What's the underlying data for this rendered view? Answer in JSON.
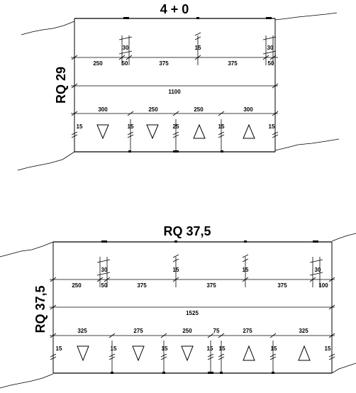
{
  "diagrams": [
    {
      "title": "4 + 0",
      "side_label": "RQ 29",
      "mark_labels": [
        "30",
        "15",
        "30"
      ],
      "row1": [
        "250",
        "50",
        "375",
        "375",
        "50"
      ],
      "total": "1100",
      "row2": [
        "300",
        "250",
        "250",
        "300"
      ],
      "lane_widths": [
        "15",
        "15",
        "25",
        "15",
        "15"
      ],
      "lane_arrows": [
        "down",
        "down",
        "up",
        "up"
      ]
    },
    {
      "title": "RQ 37,5",
      "side_label": "RQ 37,5",
      "mark_labels": [
        "30",
        "15",
        "15",
        "30"
      ],
      "row1": [
        "250",
        "50",
        "375",
        "375",
        "375",
        "100"
      ],
      "total": "1525",
      "row2": [
        "325",
        "275",
        "250",
        "75",
        "275",
        "325"
      ],
      "lane_widths": [
        "15",
        "15",
        "15",
        "15",
        "15",
        "15",
        "15"
      ],
      "lane_arrows": [
        "down",
        "down",
        "down",
        "up",
        "up"
      ]
    }
  ]
}
